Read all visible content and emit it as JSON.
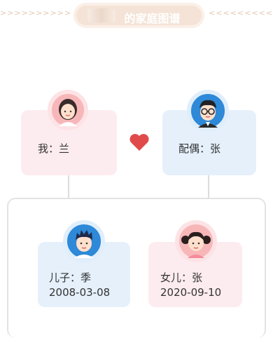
{
  "header": {
    "left_arrows": ">>>>>>>>>>",
    "right_arrows": "<<<<<<<<<",
    "title": "的家庭图谱"
  },
  "colors": {
    "pink_card": "#fdecef",
    "blue_card": "#e5f0fb",
    "heart": "#e04a4a"
  },
  "self": {
    "label": "我：兰",
    "avatar": "woman-avatar-icon"
  },
  "spouse": {
    "label": "配偶：张",
    "avatar": "man-glasses-avatar-icon"
  },
  "children": [
    {
      "label": "儿子：季",
      "date": "2008-03-08",
      "avatar": "boy-avatar-icon"
    },
    {
      "label": "女儿：张",
      "date": "2020-09-10",
      "avatar": "girl-avatar-icon"
    }
  ]
}
